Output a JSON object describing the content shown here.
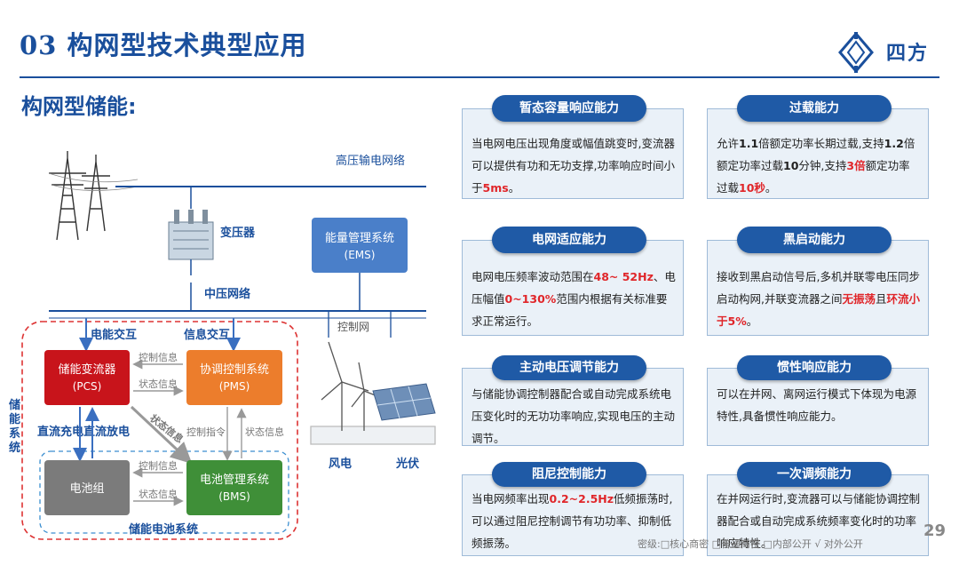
{
  "header": {
    "title": "03 构网型技术典型应用",
    "logo_text": "四方"
  },
  "subtitle": "构网型储能:",
  "diagram": {
    "hv_grid": "高压输电网络",
    "transformer": "变压器",
    "mv_grid": "中压网络",
    "ems_line1": "能量管理系统",
    "ems_line2": "(EMS)",
    "control_net": "控制网",
    "power_exchange": "电能交互",
    "info_exchange": "信息交互",
    "pcs_line1": "储能变流器",
    "pcs_line2": "(PCS)",
    "pms_line1": "协调控制系统",
    "pms_line2": "(PMS)",
    "bms_line1": "电池管理系统",
    "bms_line2": "(BMS)",
    "battery": "电池组",
    "control_info": "控制信息",
    "status_info": "状态信息",
    "control_cmd": "控制指令",
    "status_info_diag": "状态信息",
    "dc_charge": "直流充电直流放电",
    "ess_v1": "储",
    "ess_v2": "能",
    "ess_v3": "系",
    "ess_v4": "统",
    "battery_system": "储能电池系统",
    "wind": "风电",
    "pv": "光伏"
  },
  "cards": {
    "transient": {
      "title": "暂态容量响应能力",
      "t1": "当电网电压出现角度或幅值跳变时,变流器可以提供有功和无功支撑,功率响应时间小于",
      "v1": "5ms",
      "t2": "。"
    },
    "overload": {
      "title": "过载能力",
      "t1": "允许",
      "v1": "1.1",
      "t2": "倍额定功率长期过载,支持",
      "v2": "1.2",
      "t3": "倍额定功率过载",
      "v3": "10",
      "t4": "分钟,支持",
      "v4": "3倍",
      "t5": "额定功率过载",
      "v5": "10秒",
      "t6": "。"
    },
    "grid_adapt": {
      "title": "电网适应能力",
      "t1": "电网电压频率波动范围在",
      "v1": "48~ 52Hz",
      "t2": "、电压幅值",
      "v2": "0~130%",
      "t3": "范围内根据有关标准要求正常运行。"
    },
    "black_start": {
      "title": "黑启动能力",
      "t1": "接收到黑启动信号后,多机并联零电压同步启动构网,并联变流器之间",
      "v1": "无振荡",
      "t2": "且",
      "v2": "环流小于5%",
      "t3": "。"
    },
    "active_voltage": {
      "title": "主动电压调节能力",
      "text": "与储能协调控制器配合或自动完成系统电压变化时的无功功率响应,实现电压的主动调节。"
    },
    "inertia": {
      "title": "惯性响应能力",
      "text": "可以在并网、离网运行模式下体现为电源特性,具备惯性响应能力。"
    },
    "damping": {
      "title": "阻尼控制能力",
      "t1": "当电网频率出现",
      "v1": "0.2~2.5Hz",
      "t2": "低频振荡时,可以通过阻尼控制调节有功功率、抑制低频振荡。"
    },
    "primary_freq": {
      "title": "一次调频能力",
      "text": "在并网运行时,变流器可以与储能协调控制器配合或自动完成系统频率变化时的功率响应特性。"
    }
  },
  "footer": "密级:□核心商密  □普通商密  □内部公开  √ 对外公开",
  "page_number": "29",
  "colors": {
    "brand": "#1a4f9c",
    "pill": "#1f5aa6",
    "card_bg": "#eaf1f8",
    "pcs": "#c8141b",
    "pms": "#ec7d2c",
    "bms": "#3f8f38",
    "battery": "#7b7b7b",
    "ems": "#4a7fc9",
    "highlight": "#e0262a"
  }
}
